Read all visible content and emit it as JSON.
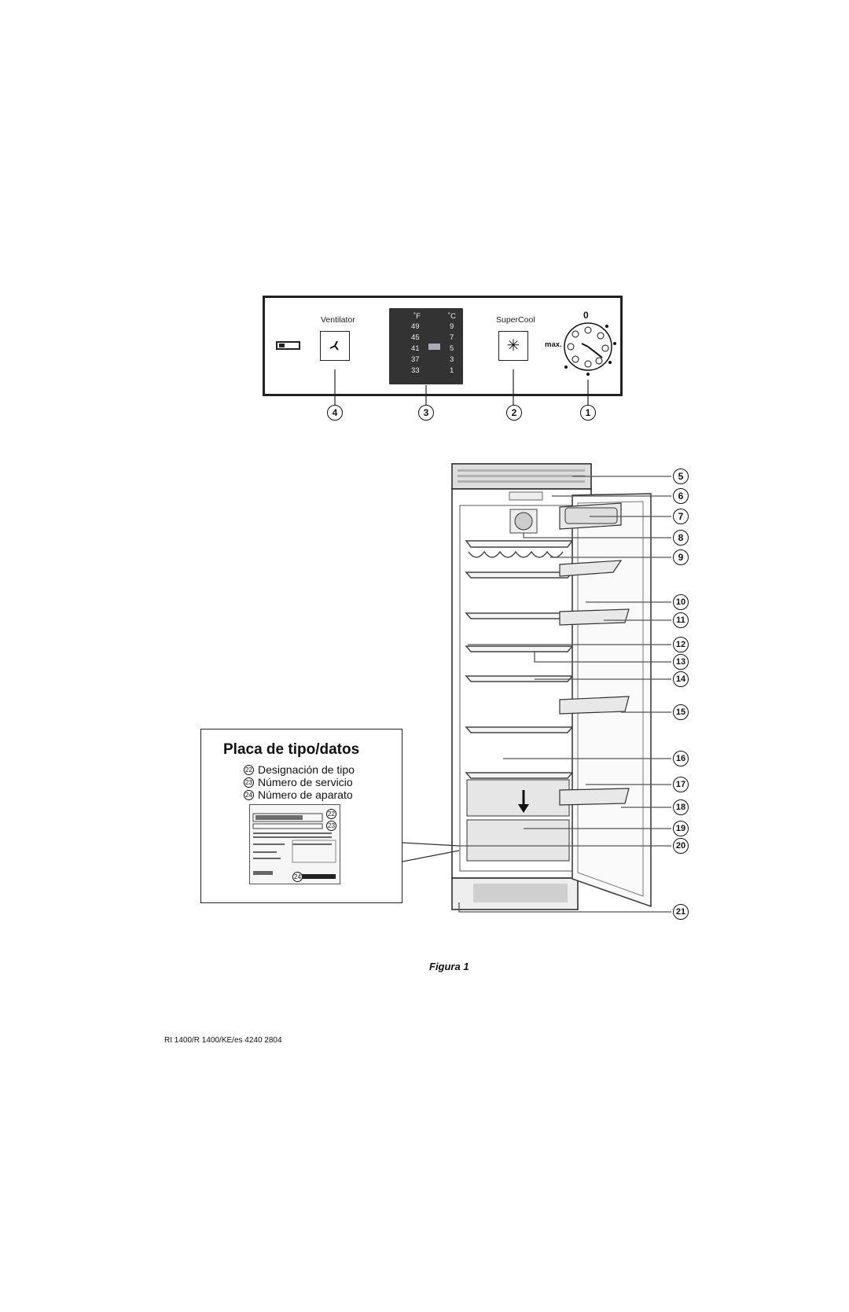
{
  "control_panel": {
    "ventilator_label": "Ventilator",
    "supercool_label": "SuperCool",
    "dial_zero": "0",
    "dial_max": "max.",
    "display": {
      "f_unit": "˚F",
      "c_unit": "˚C",
      "f_values": [
        "49",
        "45",
        "41",
        "37",
        "33"
      ],
      "c_values": [
        "9",
        "7",
        "5",
        "3",
        "1"
      ]
    },
    "callouts": [
      "4",
      "3",
      "2",
      "1"
    ]
  },
  "fridge_callouts": [
    "5",
    "6",
    "7",
    "8",
    "9",
    "10",
    "11",
    "12",
    "13",
    "14",
    "15",
    "16",
    "17",
    "18",
    "19",
    "20",
    "21"
  ],
  "data_plate": {
    "title": "Placa de tipo/datos",
    "items": [
      {
        "num": "22",
        "label": "Designación de tipo"
      },
      {
        "num": "23",
        "label": "Número de servicio"
      },
      {
        "num": "24",
        "label": "Número de aparato"
      }
    ]
  },
  "caption": "Figura 1",
  "footer": "RI 1400/R 1400/KE/es 4240 2804",
  "colors": {
    "ink": "#111111",
    "display_bg": "#333333",
    "line": "#555555"
  }
}
